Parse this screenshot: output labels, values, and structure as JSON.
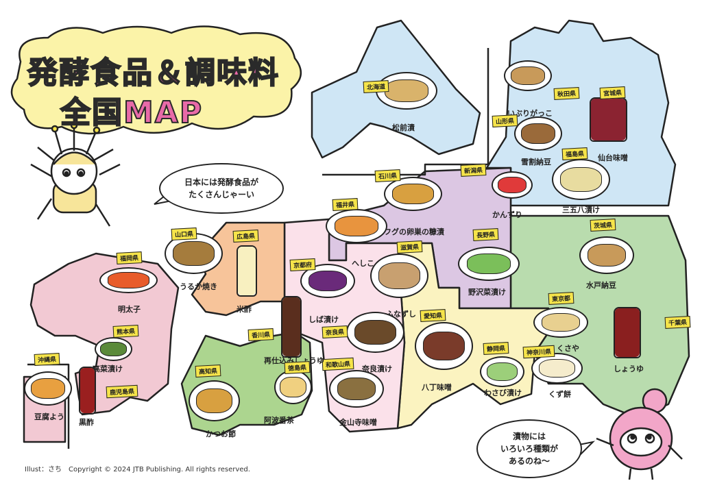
{
  "title": {
    "line1": "発酵食品＆調味料",
    "line2": "全国MAP"
  },
  "speech": {
    "left": [
      "日本には発酵食品が",
      "たくさんじゃーい"
    ],
    "right": [
      "漬物には",
      "いろいろ種類が",
      "あるのね〜"
    ]
  },
  "credit": "Illust：さち　Copyright © 2024 JTB Publishing. All rights reserved.",
  "region_colors": {
    "hokkaido_tohoku": "#cfe6f5",
    "kanto": "#b9dcae",
    "chubu_north": "#dcc7e3",
    "chubu_south": "#fbf3c0",
    "kinki": "#fbe1ea",
    "chugoku": "#f7c49a",
    "shikoku": "#acd58f",
    "kyushu_okinawa": "#f2c9d3"
  },
  "items": [
    {
      "prefecture": "北海道",
      "food": "松前漬",
      "color": "#d9b36b"
    },
    {
      "prefecture": "秋田県",
      "food": "いぶりがっこ",
      "color": "#c89a5a"
    },
    {
      "prefecture": "宮城県",
      "food": "仙台味噌",
      "color": "#8b2331"
    },
    {
      "prefecture": "山形県",
      "food": "雪割納豆",
      "color": "#9a6a3a"
    },
    {
      "prefecture": "福島県",
      "food": "三五八漬け",
      "color": "#e8dca0"
    },
    {
      "prefecture": "新潟県",
      "food": "かんずり",
      "color": "#e03a3a"
    },
    {
      "prefecture": "石川県",
      "food": "フグの卵巣の糠漬",
      "color": "#d8a040"
    },
    {
      "prefecture": "福井県",
      "food": "へしこ",
      "color": "#e8943e"
    },
    {
      "prefecture": "長野県",
      "food": "野沢菜漬け",
      "color": "#7bbf5a"
    },
    {
      "prefecture": "茨城県",
      "food": "水戸納豆",
      "color": "#c89a5a"
    },
    {
      "prefecture": "東京都",
      "food": "くさや",
      "color": "#e8d090"
    },
    {
      "prefecture": "千葉県",
      "food": "しょうゆ",
      "color": "#8a1f1f"
    },
    {
      "prefecture": "神奈川県",
      "food": "くず餅",
      "color": "#f5eccc"
    },
    {
      "prefecture": "静岡県",
      "food": "わさび漬け",
      "color": "#9ccf7a"
    },
    {
      "prefecture": "愛知県",
      "food": "八丁味噌",
      "color": "#7a3b2a"
    },
    {
      "prefecture": "滋賀県",
      "food": "ふなずし",
      "color": "#c8a070"
    },
    {
      "prefecture": "京都府",
      "food": "しば漬け",
      "color": "#6a2a7a"
    },
    {
      "prefecture": "奈良県",
      "food": "奈良漬け",
      "color": "#6a4a2a"
    },
    {
      "prefecture": "和歌山県",
      "food": "金山寺味噌",
      "color": "#8a7040"
    },
    {
      "prefecture": "香川県",
      "food": "再仕込みしょうゆ",
      "color": "#5a2e1e"
    },
    {
      "prefecture": "徳島県",
      "food": "阿波番茶",
      "color": "#f0d080"
    },
    {
      "prefecture": "高知県",
      "food": "かつお節",
      "color": "#d8a040"
    },
    {
      "prefecture": "広島県",
      "food": "米酢",
      "color": "#f8f0c0"
    },
    {
      "prefecture": "山口県",
      "food": "うるか焼き",
      "color": "#a57c3d"
    },
    {
      "prefecture": "福岡県",
      "food": "明太子",
      "color": "#e85c2a"
    },
    {
      "prefecture": "熊本県",
      "food": "高菜漬け",
      "color": "#5a8a3a"
    },
    {
      "prefecture": "鹿児島県",
      "food": "黒酢",
      "color": "#9a1f1f"
    },
    {
      "prefecture": "沖縄県",
      "food": "豆腐よう",
      "color": "#e8a040"
    }
  ]
}
